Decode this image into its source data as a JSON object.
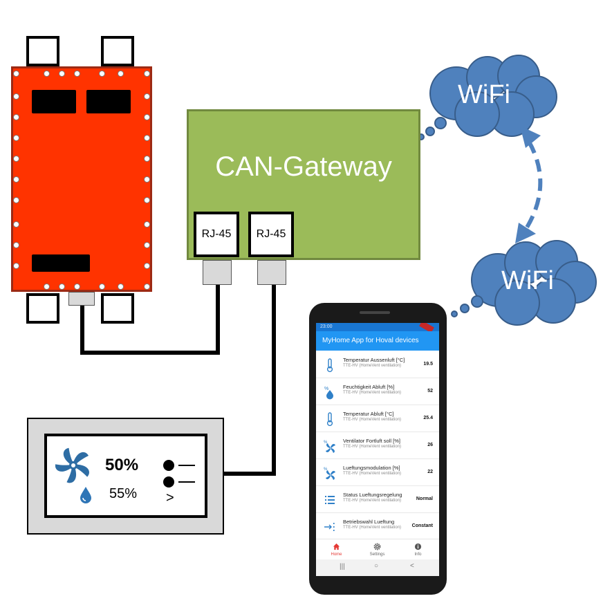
{
  "colors": {
    "board_red": "#ff3300",
    "gateway_green": "#9bbb59",
    "cloud_blue": "#4f81bd",
    "app_blue": "#2196f3",
    "icon_blue": "#2f80c8",
    "home_red": "#e53935"
  },
  "gateway": {
    "title": "CAN-Gateway",
    "ports": [
      "RJ-45",
      "RJ-45"
    ]
  },
  "clouds": [
    {
      "label": "WiFi"
    },
    {
      "label": "WiFi"
    }
  ],
  "panel": {
    "fan_percent": "50%",
    "humidity_percent": "55%",
    "nav_arrow": ">"
  },
  "phone": {
    "status_time": "23:00",
    "app_title": "MyHome App for Hoval devices",
    "items": [
      {
        "icon": "thermometer-icon",
        "title": "Temperatur Aussenluft [°C]",
        "subtitle": "TTE-HV (HomeVent ventilation)",
        "value": "19.5"
      },
      {
        "icon": "humidity-drops-icon",
        "title": "Feuchtigkeit Abluft [%]",
        "subtitle": "TTE-HV (HomeVent ventilation)",
        "value": "52"
      },
      {
        "icon": "thermometer-icon",
        "title": "Temperatur Abluft [°C]",
        "subtitle": "TTE-HV (HomeVent ventilation)",
        "value": "25.4"
      },
      {
        "icon": "fan-icon",
        "title": "Ventilator Fortluft soll [%]",
        "subtitle": "TTE-HV (HomeVent ventilation)",
        "value": "26"
      },
      {
        "icon": "fan-icon",
        "title": "Lueftungsmodulation [%]",
        "subtitle": "TTE-HV (HomeVent ventilation)",
        "value": "22"
      },
      {
        "icon": "list-icon",
        "title": "Status Lueftungsregelung",
        "subtitle": "TTE-HV (HomeVent ventilation)",
        "value": "Normal"
      },
      {
        "icon": "arrow-in-icon",
        "title": "Betriebswahl Lueftung",
        "subtitle": "TTE-HV (HomeVent ventilation)",
        "value": "Constant"
      }
    ],
    "nav": [
      {
        "icon": "home-icon",
        "label": "Home"
      },
      {
        "icon": "gear-icon",
        "label": "Settings"
      },
      {
        "icon": "info-icon",
        "label": "Info"
      }
    ],
    "system_nav": [
      "|||",
      "○",
      "<"
    ]
  }
}
